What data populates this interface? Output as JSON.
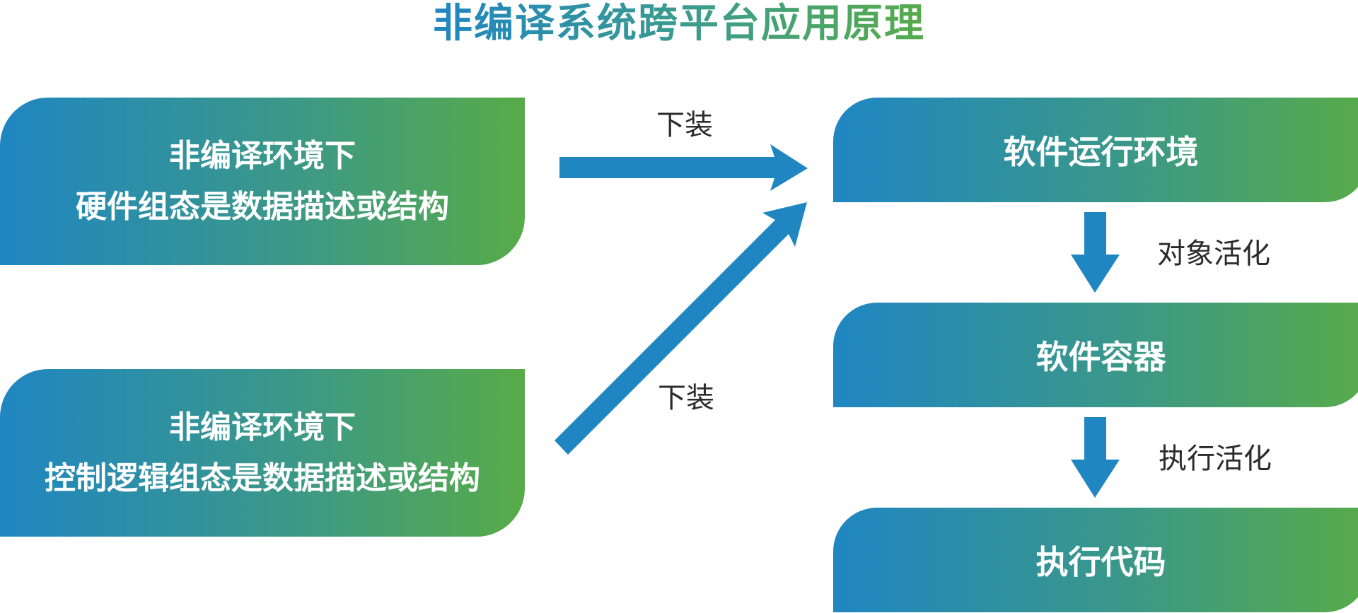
{
  "title": "非编译系统跨平台应用原理",
  "left_boxes": [
    {
      "line1": "非编译环境下",
      "line2": "硬件组态是数据描述或结构"
    },
    {
      "line1": "非编译环境下",
      "line2": "控制逻辑组态是数据描述或结构"
    }
  ],
  "right_boxes": [
    {
      "label": "软件运行环境"
    },
    {
      "label": "软件容器"
    },
    {
      "label": "执行代码"
    }
  ],
  "arrow_labels": {
    "top_arrow": "下装",
    "diagonal_arrow": "下装",
    "down_arrow_1": "对象活化",
    "down_arrow_2": "执行活化"
  },
  "colors": {
    "gradient_start": "#1f86c2",
    "gradient_end": "#58ab48",
    "arrow": "#1f86c2",
    "label_text": "#2b2b2b"
  }
}
